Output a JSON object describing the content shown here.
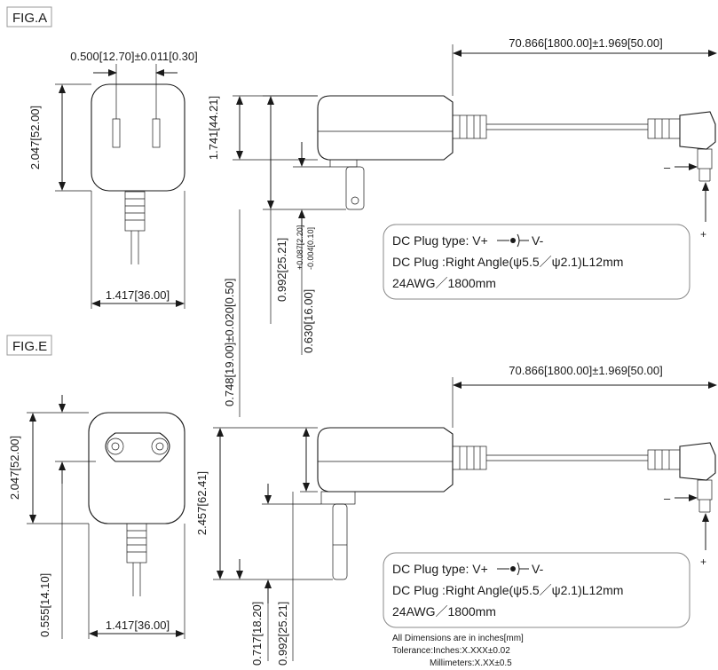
{
  "fig_a": {
    "label": "FIG.A",
    "pin_spacing": "0.500[12.70]±0.011[0.30]",
    "height_front": "2.047[52.00]",
    "width_front": "1.417[36.00]",
    "cable_length": "70.866[1800.00]±1.969[50.00]",
    "side_height": "1.741[44.21]",
    "side_depth": "0.992[25.21]",
    "pin_length_main": "0.630[16.00]",
    "pin_tol_plus": "+0.087[2.20]",
    "pin_tol_minus": "-0.004[0.10]",
    "spec_line1_prefix": "DC Plug type: V+",
    "spec_line1_suffix": "V-",
    "spec_line2": "DC Plug :Right Angle(ψ5.5／ψ2.1)L12mm",
    "spec_line3": "24AWG／1800mm",
    "minus_sign": "–",
    "plus_sign": "+"
  },
  "shared": {
    "pin_offset": "0.748[19.00]±0.020[0.50]"
  },
  "fig_e": {
    "label": "FIG.E",
    "cable_length": "70.866[1800.00]±1.969[50.00]",
    "height_front": "2.047[52.00]",
    "pin_position": "0.555[14.10]",
    "width_front": "1.417[36.00]",
    "side_total_height": "2.457[62.41]",
    "dim_bottom_a": "0.717[18.20]",
    "dim_bottom_b": "0.992[25.21]",
    "spec_line1_prefix": "DC Plug type: V+",
    "spec_line1_suffix": "V-",
    "spec_line2": "DC Plug :Right Angle(ψ5.5／ψ2.1)L12mm",
    "spec_line3": "24AWG／1800mm",
    "minus_sign": "–",
    "plus_sign": "+"
  },
  "notes": {
    "line1": "All Dimensions are in inches[mm]",
    "line2": "Tolerance:Inches:X.XXX±0.02",
    "line3": "Millimeters:X.XX±0.5"
  }
}
